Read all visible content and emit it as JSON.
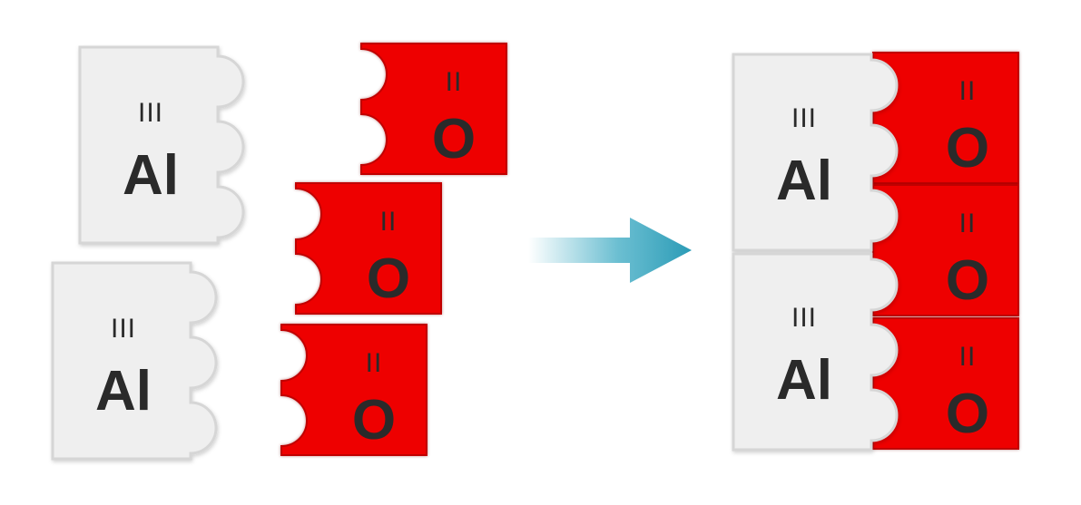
{
  "colors": {
    "aluminium_piece": "#efefef",
    "aluminium_edge": "#d6d6d6",
    "oxygen_piece": "#ee0000",
    "oxygen_edge": "#c00000",
    "arrow": "#3aa9c2",
    "text": "#2a2a2a"
  },
  "elements": {
    "al": {
      "symbol": "Al",
      "valency": "III"
    },
    "o": {
      "symbol": "O",
      "valency": "II"
    }
  },
  "arrow_icon": "right-arrow-icon",
  "separate_pieces": {
    "aluminium_count": 2,
    "oxygen_count": 3
  },
  "combined_formula_pieces": {
    "aluminium_count": 2,
    "oxygen_count": 3
  }
}
